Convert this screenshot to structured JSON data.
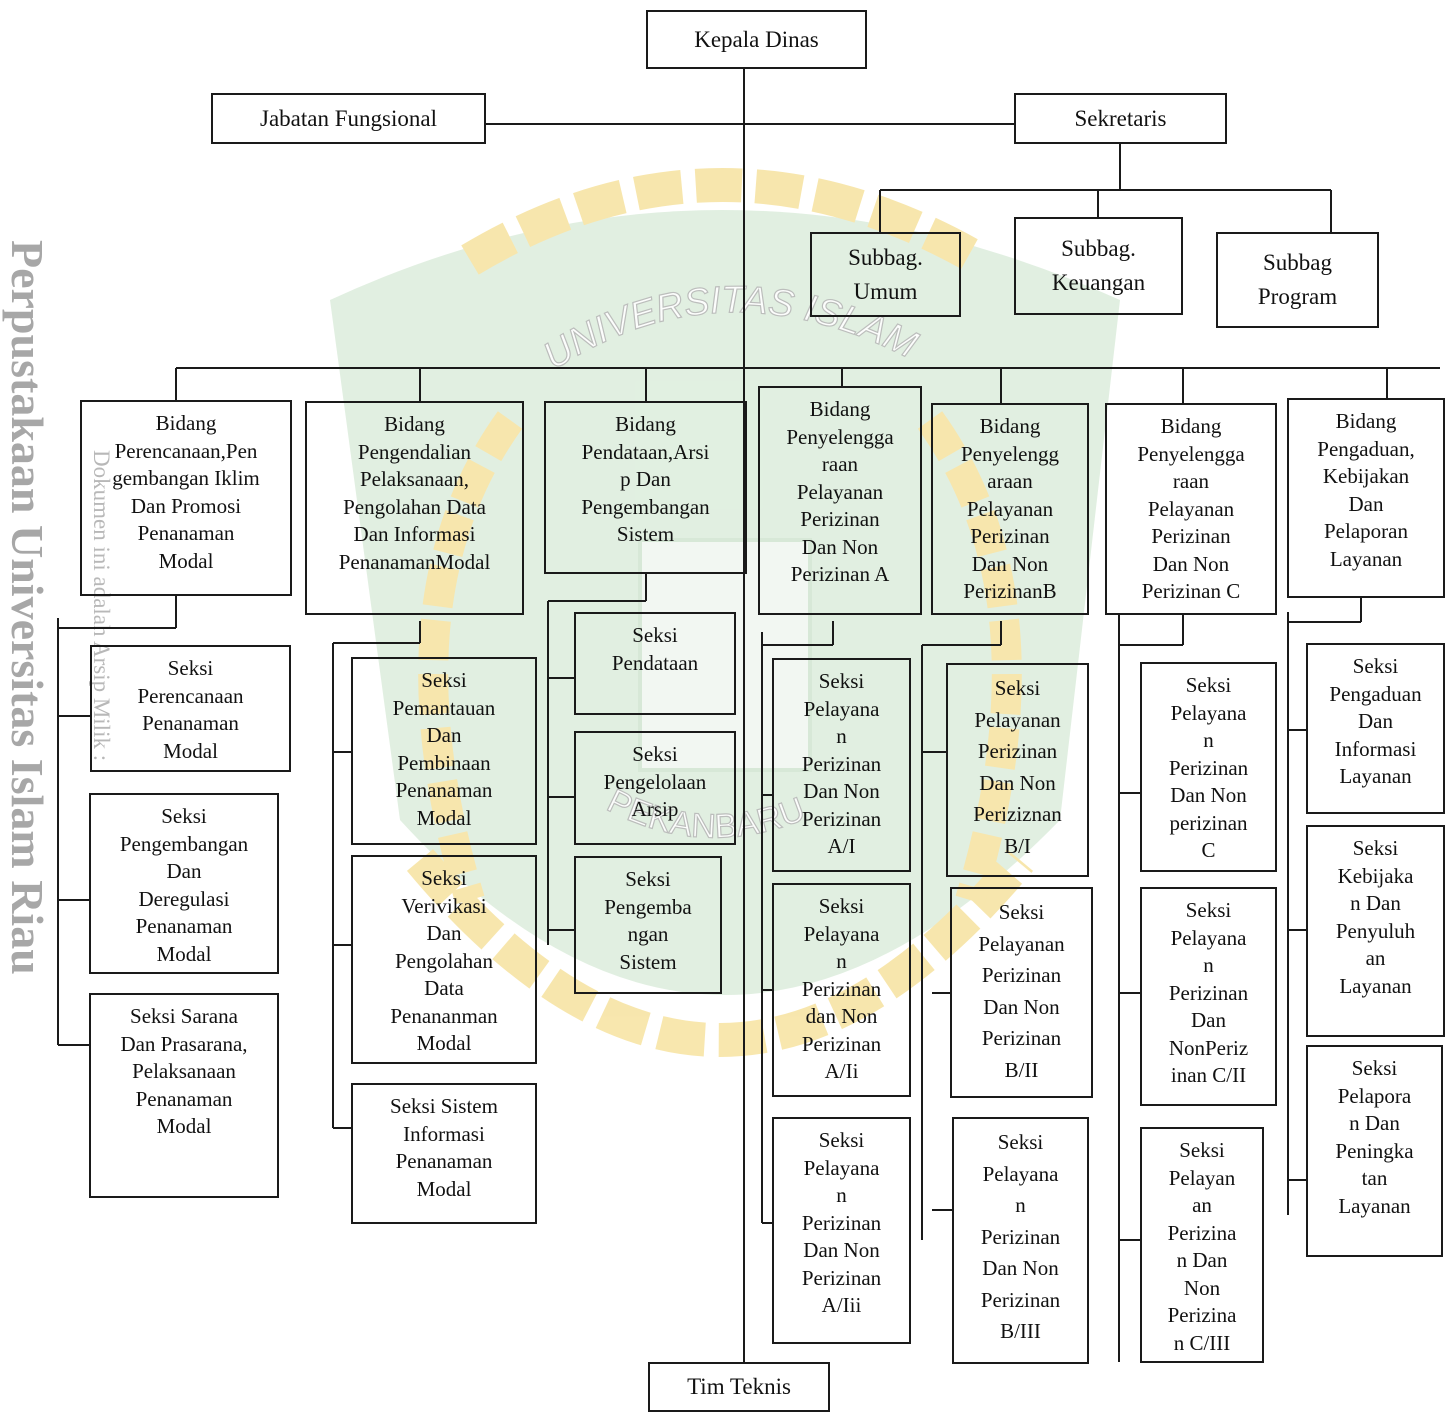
{
  "nodes": {
    "kepala": "Kepala Dinas",
    "jabatan": "Jabatan Fungsional",
    "sekretaris": "Sekretaris",
    "subbag_umum": "Subbag.\nUmum",
    "subbag_keu": "Subbag.\nKeuangan",
    "subbag_prog": "Subbag\nProgram",
    "b1": "Bidang\nPerencanaan,Pen\ngembangan Iklim\nDan Promosi\nPenanaman\nModal",
    "b2": "Bidang\nPengendalian\nPelaksanaan,\nPengolahan Data\nDan Informasi\nPenanamanModal",
    "b3": "Bidang\nPendataan,Arsi\np Dan\nPengembangan\nSistem",
    "b4": "Bidang\nPenyelengga\nraan\nPelayanan\nPerizinan\nDan Non\nPerizinan A",
    "b5": "Bidang\nPenyelengg\naraan\nPelayanan\nPerizinan\nDan Non\nPerizinanB",
    "b6": "Bidang\nPenyelengga\nraan\nPelayanan\nPerizinan\nDan Non\nPerizinan C",
    "b7": "Bidang\nPengaduan,\nKebijakan\nDan\nPelaporan\nLayanan",
    "s1a": "Seksi\nPerencanaan\nPenanaman\nModal",
    "s1b": "Seksi\nPengembangan\nDan\nDeregulasi\nPenanaman\nModal",
    "s1c": "Seksi Sarana\nDan Prasarana,\nPelaksanaan\nPenanaman\nModal",
    "s2a": "Seksi\nPemantauan\nDan\nPembinaan\nPenanaman\nModal",
    "s2b": "Seksi\nVerivikasi\nDan\nPengolahan\nData\nPenananman\nModal",
    "s2c": "Seksi Sistem\nInformasi\nPenanaman\nModal",
    "s3a": "Seksi\nPendataan",
    "s3b": "Seksi\nPengelolaan\nArsip",
    "s3c": "Seksi\nPengemba\nngan\nSistem",
    "s4a": "Seksi\nPelayana\nn\nPerizinan\nDan Non\nPerizinan\nA/I",
    "s4b": "Seksi\nPelayana\nn\nPerizinan\ndan Non\nPerizinan\nA/Ii",
    "s4c": "Seksi\nPelayana\nn\nPerizinan\nDan Non\nPerizinan\nA/Iii",
    "s5a": "Seksi\nPelayanan\nPerizinan\nDan Non\nPeriziznan\nB/I",
    "s5b": "Seksi\nPelayanan\nPerizinan\nDan Non\nPerizinan\nB/II",
    "s5c": "Seksi\nPelayana\nn\nPerizinan\nDan Non\nPerizinan\nB/III",
    "s6a": "Seksi\nPelayana\nn\nPerizinan\nDan Non\nperizinan\nC",
    "s6b": "Seksi\nPelayana\nn\nPerizinan\nDan\nNonPeriz\ninan C/II",
    "s6c": "Seksi\nPelayan\nan\nPerizina\nn Dan\nNon\nPerizina\nn C/III",
    "s7a": "Seksi\nPengaduan\nDan\nInformasi\nLayanan",
    "s7b": "Seksi\nKebijaka\nn Dan\nPenyuluh\nan\nLayanan",
    "s7c": "Seksi\nPelapora\nn Dan\nPeningka\ntan\nLayanan",
    "tim": "Tim Teknis"
  },
  "watermark": {
    "seal_text": "UNIVERSITAS ISLAM RIAU",
    "city_text": "PEKANBARU",
    "side_text": "Perpustakaan Universitas Islam Riau",
    "side_subtext": "Dokumen ini adalah Arsip Milik :",
    "colors": {
      "green": "#3d8b3d",
      "gold": "#e6b800",
      "side": "#9a9a9a"
    }
  }
}
